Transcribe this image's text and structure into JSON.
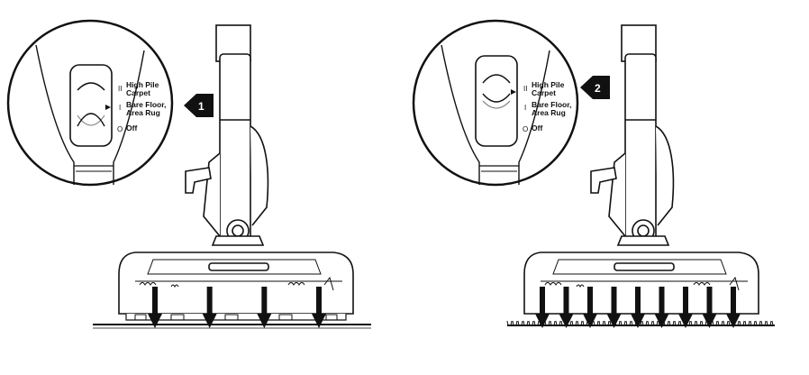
{
  "panels": [
    {
      "step": "1",
      "arrow_direction": "left",
      "floor_type": "bare-floor",
      "switch_position": "Bare Floor, Area Rug",
      "settings": [
        {
          "symbol": "II",
          "line1": "High Pile",
          "line2": "Carpet"
        },
        {
          "symbol": "I",
          "line1": "Bare Floor,",
          "line2": "Area Rug"
        },
        {
          "symbol": "O",
          "line1": "Off",
          "line2": ""
        }
      ],
      "airflow_arrow_count": 4
    },
    {
      "step": "2",
      "arrow_direction": "left",
      "floor_type": "carpet",
      "switch_position": "High Pile Carpet",
      "settings": [
        {
          "symbol": "II",
          "line1": "High Pile",
          "line2": "Carpet"
        },
        {
          "symbol": "I",
          "line1": "Bare Floor,",
          "line2": "Area Rug"
        },
        {
          "symbol": "O",
          "line1": "Off",
          "line2": ""
        }
      ],
      "airflow_arrow_count": 9
    }
  ],
  "colors": {
    "ink": "#111111",
    "badge": "#111111",
    "paper": "#ffffff"
  },
  "icons": [
    "step-badge-arrow-icon",
    "airflow-arrow-icon",
    "indicator-triangle-icon"
  ]
}
